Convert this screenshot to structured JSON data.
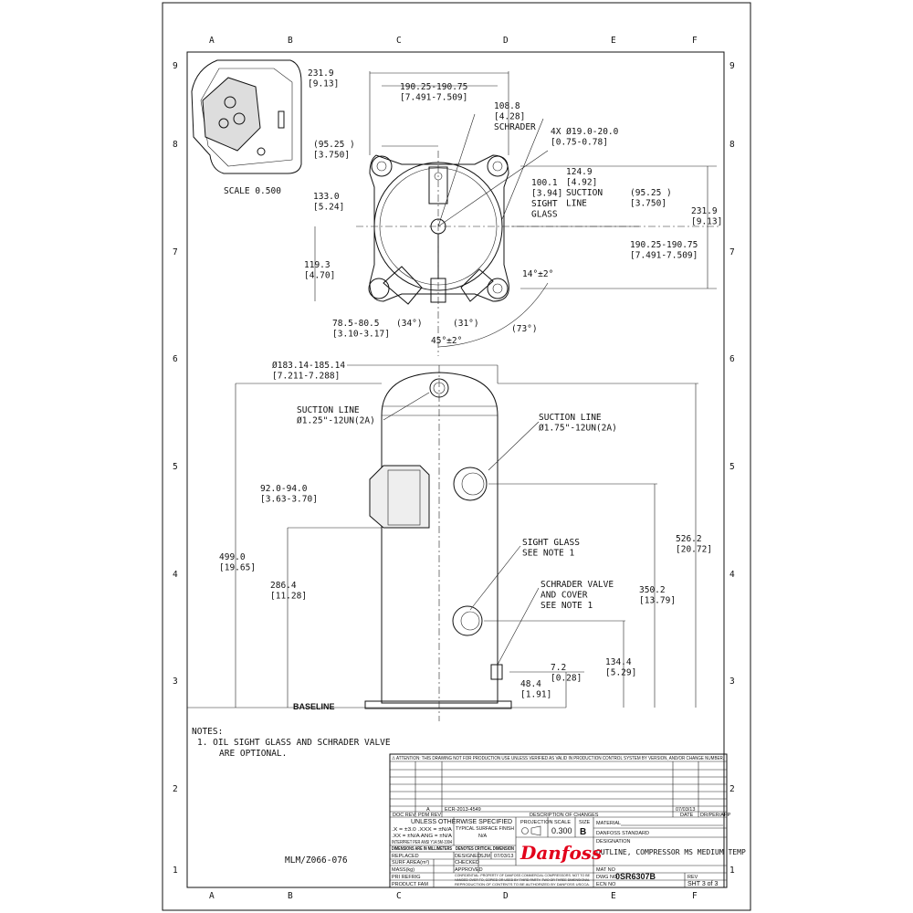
{
  "grid": {
    "columns": [
      "A",
      "B",
      "C",
      "D",
      "E",
      "F"
    ],
    "rows": [
      "9",
      "8",
      "7",
      "6",
      "5",
      "4",
      "3",
      "2",
      "1"
    ]
  },
  "inset": {
    "scale_label": "SCALE 0.500"
  },
  "dims": [
    {
      "id": "top-width-left",
      "lines": [
        "231.9",
        "[9.13]"
      ]
    },
    {
      "id": "bolt-spacing-top",
      "lines": [
        "190.25-190.75",
        "[7.491-7.509]"
      ]
    },
    {
      "id": "schrader-angle",
      "lines": [
        "108.8",
        "[4.28]",
        "SCHRADER"
      ]
    },
    {
      "id": "mount-holes",
      "lines": [
        "4X Ø19.0-20.0",
        "[0.75-0.78]"
      ]
    },
    {
      "id": "half-spacing-left",
      "lines": [
        "(95.25 )",
        "[3.750]"
      ]
    },
    {
      "id": "suction-line-radius",
      "lines": [
        "124.9",
        "[4.92]",
        "SUCTION",
        "LINE"
      ]
    },
    {
      "id": "sight-glass-radius",
      "lines": [
        "100.1",
        "[3.94]",
        "SIGHT",
        "GLASS"
      ]
    },
    {
      "id": "half-spacing-right",
      "lines": [
        "(95.25 )",
        "[3.750]"
      ]
    },
    {
      "id": "top-width-right",
      "lines": [
        "231.9",
        "[9.13]"
      ]
    },
    {
      "id": "diag-133",
      "lines": [
        "133.0",
        "[5.24]"
      ]
    },
    {
      "id": "bolt-spacing-right",
      "lines": [
        "190.25-190.75",
        "[7.491-7.509]"
      ]
    },
    {
      "id": "offset-119",
      "lines": [
        "119.3",
        "[4.70]"
      ]
    },
    {
      "id": "angle-14",
      "lines": [
        "14°±2°"
      ]
    },
    {
      "id": "discharge-width",
      "lines": [
        "78.5-80.5",
        "[3.10-3.17]"
      ]
    },
    {
      "id": "angle-34",
      "lines": [
        "(34°)"
      ]
    },
    {
      "id": "angle-31",
      "lines": [
        "(31°)"
      ]
    },
    {
      "id": "angle-73",
      "lines": [
        "(73°)"
      ]
    },
    {
      "id": "angle-45",
      "lines": [
        "45°±2°"
      ]
    },
    {
      "id": "shell-diameter",
      "lines": [
        "Ø183.14-185.14",
        "[7.211-7.288]"
      ]
    },
    {
      "id": "suction-top",
      "lines": [
        "SUCTION LINE",
        "Ø1.25\"-12UN(2A)"
      ]
    },
    {
      "id": "suction-side",
      "lines": [
        "SUCTION LINE",
        "Ø1.75\"-12UN(2A)"
      ]
    },
    {
      "id": "fitting-width",
      "lines": [
        "92.0-94.0",
        "[3.63-3.70]"
      ]
    },
    {
      "id": "height-526",
      "lines": [
        "526.2",
        "[20.72]"
      ]
    },
    {
      "id": "height-499",
      "lines": [
        "499.0",
        "[19.65]"
      ]
    },
    {
      "id": "sight-glass-note",
      "lines": [
        "SIGHT GLASS",
        "SEE NOTE 1"
      ]
    },
    {
      "id": "height-286",
      "lines": [
        "286.4",
        "[11.28]"
      ]
    },
    {
      "id": "schrader-note",
      "lines": [
        "SCHRADER VALVE",
        "AND COVER",
        "SEE NOTE 1"
      ]
    },
    {
      "id": "height-350",
      "lines": [
        "350.2",
        "[13.79]"
      ]
    },
    {
      "id": "height-134",
      "lines": [
        "134.4",
        "[5.29]"
      ]
    },
    {
      "id": "offset-7",
      "lines": [
        "7.2",
        "[0.28]"
      ]
    },
    {
      "id": "height-48",
      "lines": [
        "48.4",
        "[1.91]"
      ]
    }
  ],
  "baseline": "BASELINE",
  "notes": {
    "title": "NOTES:",
    "lines": [
      "1. OIL SIGHT GLASS AND SCHRADER VALVE",
      "ARE OPTIONAL."
    ]
  },
  "ref": "MLM/Z066-076",
  "title_block": {
    "attention": "⚠ ATTENTION: THIS DRAWING NOT FOR PRODUCTION USE UNLESS VERIFIED AS VALID IN PRODUCTION CONTROL SYSTEM BY VERSION, AND/OR CHANGE NUMBER.",
    "rev_row": {
      "pdm_rev": "A",
      "description": "ECR-2013-4549",
      "date": "07/03/13"
    },
    "headers": {
      "doc_rev": "DOC REV",
      "pdm_rev": "PDM REV",
      "description": "DESCRIPTION OF CHANGES",
      "date": "DATE",
      "drawn": "DR/PER/APP"
    },
    "unless": "UNLESS OTHERWISE SPECIFIED",
    "tolerances": [
      ".X = ±3.0   .XXX = ±N/A",
      ".XX = ±N/A  ANG = ±N/A",
      "INTERPRET PER ANSI Y14.5M-1994"
    ],
    "surface_finish": "TYPICAL SURFACE FINISH",
    "surface_value": "N/A",
    "projection": "PROJECTION",
    "scale_label": "SCALE",
    "scale": "0.300",
    "size_label": "SIZE",
    "size": "B",
    "material": "MATERIAL",
    "standard": "DANFOSS STANDARD",
    "designation_label": "DESIGNATION",
    "designation": "OUTLINE, COMPRESSOR MS MEDIUM TEMP",
    "units": "DIMENSIONS ARE IN MILLIMETERS",
    "critical": "DENOTES CRITICAL DIMENSION",
    "left_rows": [
      "REPLACED",
      "SURF AREA(m²)",
      "MASS(kg)",
      "PRI REFRIG",
      "PRODUCT FAM"
    ],
    "designed": "DESIGNED",
    "designer": "SJM",
    "designed_date": "07/03/13",
    "checked": "CHECKED",
    "approved": "APPROVED",
    "confidential": [
      "CONFIDENTIAL: PROPERTY OF DANFOSS COMMERCIAL COMPRESSORS. NOT TO BE",
      "HANDED OVER TO, COPIED OR USED BY THIRD PARTY. TWO OR THREE DIMENSIONAL",
      "REPRODUCTION OF CONTENTS TO BE AUTHORIZED BY DANFOSS USCCA."
    ],
    "logo": "Danfoss",
    "mat_no": "MAT NO",
    "dwg_no_label": "DWG NO",
    "dwg_no": "0SR6307B",
    "ecn_no": "ECN NO",
    "rev": "REV",
    "sheet": "SHT 3 of 3"
  },
  "colors": {
    "logo": "#e2001a",
    "line": "#111111"
  }
}
